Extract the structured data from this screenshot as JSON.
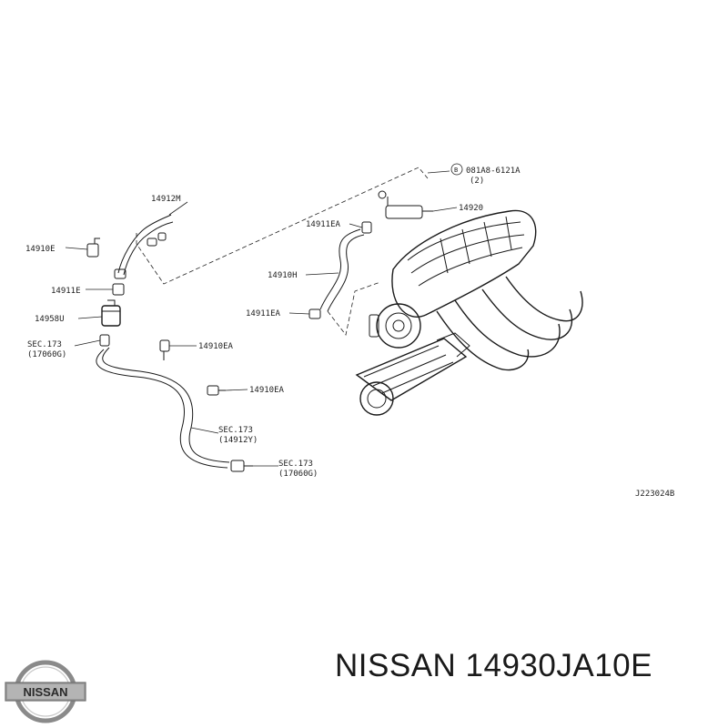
{
  "diagram": {
    "callouts": {
      "p14912M": "14912M",
      "p14910E": "14910E",
      "p14911E": "14911E",
      "p14958U": "14958U",
      "sec173a": "SEC.173",
      "sec173a_sub": "(17060G)",
      "p14910EA_1": "14910EA",
      "p14910EA_2": "14910EA",
      "sec173b": "SEC.173",
      "sec173b_sub": "(14912Y)",
      "sec173c": "SEC.173",
      "sec173c_sub": "(17060G)",
      "bolt_symbol": "B",
      "bolt_part": "081A8-6121A",
      "bolt_qty": "(2)",
      "p14920": "14920",
      "p14911EA_top": "14911EA",
      "p14910H": "14910H",
      "p14911EA_low": "14911EA",
      "drawing_ref": "J223024B"
    }
  },
  "footer": {
    "brand": "NISSAN",
    "part_label": "NISSAN 14930JA10E"
  },
  "colors": {
    "ink": "#1a1a1a",
    "logo_metal": "#8a8a8a"
  }
}
